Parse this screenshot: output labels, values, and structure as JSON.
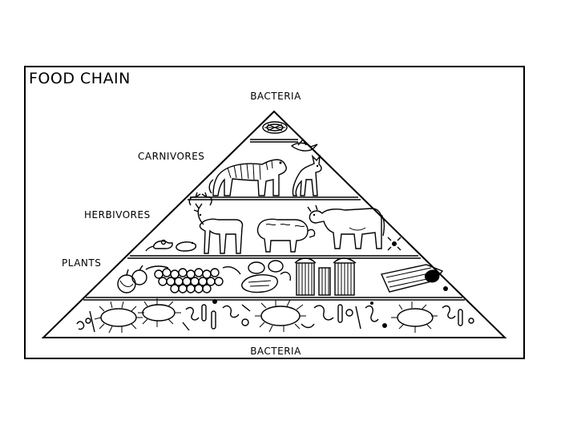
{
  "title": "FOOD CHAIN",
  "labels": {
    "top": "BACTERIA",
    "bottom": "BACTERIA",
    "carnivores": "CARNIVORES",
    "herbivores": "HERBIVORES",
    "plants": "PLANTS"
  },
  "levels": [
    {
      "name": "bacteria-apex",
      "drawn_as": [
        "bacteria-cluster"
      ]
    },
    {
      "name": "carnivores",
      "drawn_as": [
        "tiger-icon",
        "fox-icon",
        "bird-icon"
      ]
    },
    {
      "name": "herbivores",
      "drawn_as": [
        "mouse-icon",
        "deer-icon",
        "sheep-icon",
        "cow-icon",
        "insect-icon"
      ]
    },
    {
      "name": "plants",
      "drawn_as": [
        "fruit-icon",
        "grapes-icon",
        "vegetables-icon",
        "wheat-icon",
        "celery-icon"
      ]
    },
    {
      "name": "bacteria-base",
      "drawn_as": [
        "microbe-icon"
      ]
    }
  ],
  "colors": {
    "ink": "#000000",
    "background": "#ffffff"
  }
}
